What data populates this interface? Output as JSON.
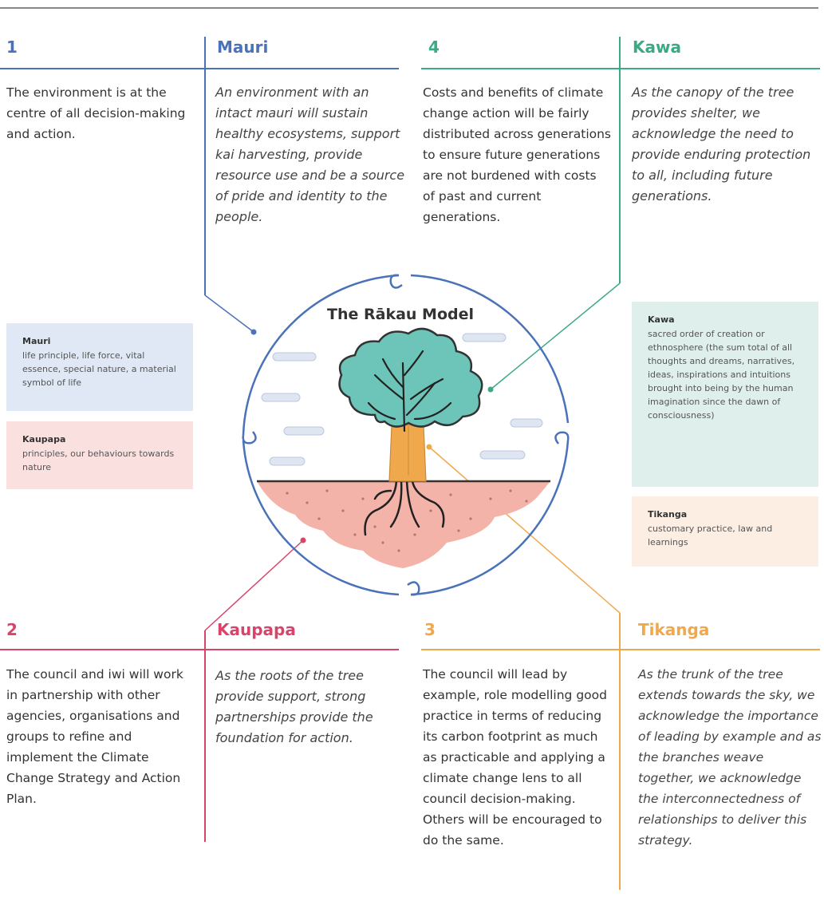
{
  "model_title": "The Rākau Model",
  "colors": {
    "mauri": "#4a72b8",
    "kaupapa": "#d9446a",
    "kawa": "#3aaa86",
    "tikanga": "#f0a84c",
    "grey_rule": "#888888",
    "mauri_box": "#dfe8f4",
    "kaupapa_box": "#fbe0e0",
    "kawa_box": "#dff0ec",
    "tikanga_box": "#fdeee3",
    "canopy": "#6cc5b8",
    "trunk": "#f0a84c",
    "soil": "#f3b3a8"
  },
  "sections": {
    "s1": {
      "number": "1",
      "title": "Mauri",
      "body": "The environment is at the centre of all decision-making and action.",
      "quote": "An environment with an intact mauri will sustain healthy ecosystems, support kai harvesting, provide resource use and be a source of pride and identity to the people."
    },
    "s4": {
      "number": "4",
      "title": "Kawa",
      "body": "Costs and benefits of climate change action will be fairly distributed across generations to ensure future generations are not burdened with costs of past and current generations.",
      "quote": "As the canopy of the tree provides shelter, we acknowledge the need to provide enduring protection to all, including future generations."
    },
    "s2": {
      "number": "2",
      "title": "Kaupapa",
      "body": "The council and iwi will work in partnership with other agencies, organisations and groups to refine and implement the Climate Change Strategy and Action Plan.",
      "quote": "As the roots of the tree provide support, strong partnerships provide the foundation for action."
    },
    "s3": {
      "number": "3",
      "title": "Tikanga",
      "body": "The council will lead by example, role modelling good practice in terms of reducing its carbon footprint as much as practicable and applying a climate change lens to all council decision-making. Others will be encouraged to do the same.",
      "quote": "As the trunk of the tree extends towards the sky, we acknowledge the importance of leading by example and as the branches weave together, we acknowledge the interconnectedness of relationships to deliver this strategy."
    }
  },
  "glossary": {
    "mauri": {
      "term": "Mauri",
      "definition": "life principle, life force, vital essence, special nature, a material symbol of life"
    },
    "kaupapa": {
      "term": "Kaupapa",
      "definition": "principles, our behaviours towards nature"
    },
    "kawa": {
      "term": "Kawa",
      "definition": "sacred order of creation or ethnosphere (the sum total of all thoughts and dreams, narratives, ideas, inspirations and intuitions brought into being by the human imagination since the dawn of consciousness)"
    },
    "tikanga": {
      "term": "Tikanga",
      "definition": "customary practice, law and learnings"
    }
  }
}
